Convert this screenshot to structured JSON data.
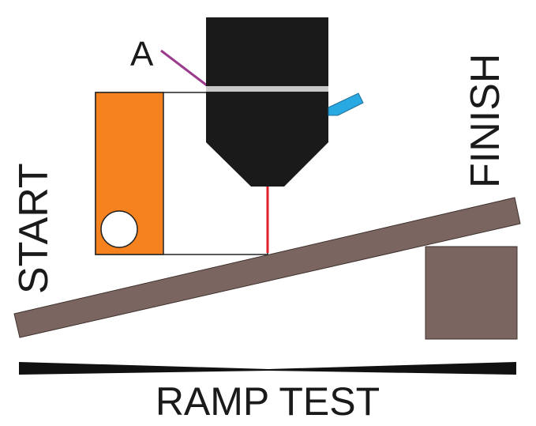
{
  "labels": {
    "pointer": "A",
    "start": "START",
    "finish": "FINISH",
    "title": "RAMP TEST"
  },
  "colors": {
    "head": "#1a1a1a",
    "ring": "#c8c8c8",
    "fixture": "#f5821f",
    "outline": "#222222",
    "ramp": "#7b6560",
    "support": "#7b6560",
    "laser": "#e0202a",
    "pointer_line": "#9b3b8e",
    "nozzle": "#29a9e1",
    "bar": "#111111"
  }
}
